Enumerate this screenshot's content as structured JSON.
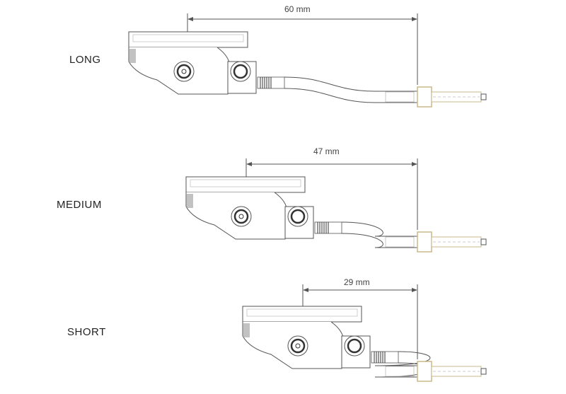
{
  "title": "Dropper lever mount length options",
  "variants": [
    {
      "label": "LONG",
      "measurement": "60 mm",
      "value_mm": 60
    },
    {
      "label": "MEDIUM",
      "measurement": "47 mm",
      "value_mm": 47
    },
    {
      "label": "SHORT",
      "measurement": "29 mm",
      "value_mm": 29
    }
  ],
  "colors": {
    "line": "#555555",
    "light": "#bbbbbb",
    "collar": "#c9b98a",
    "dark": "#333333"
  }
}
